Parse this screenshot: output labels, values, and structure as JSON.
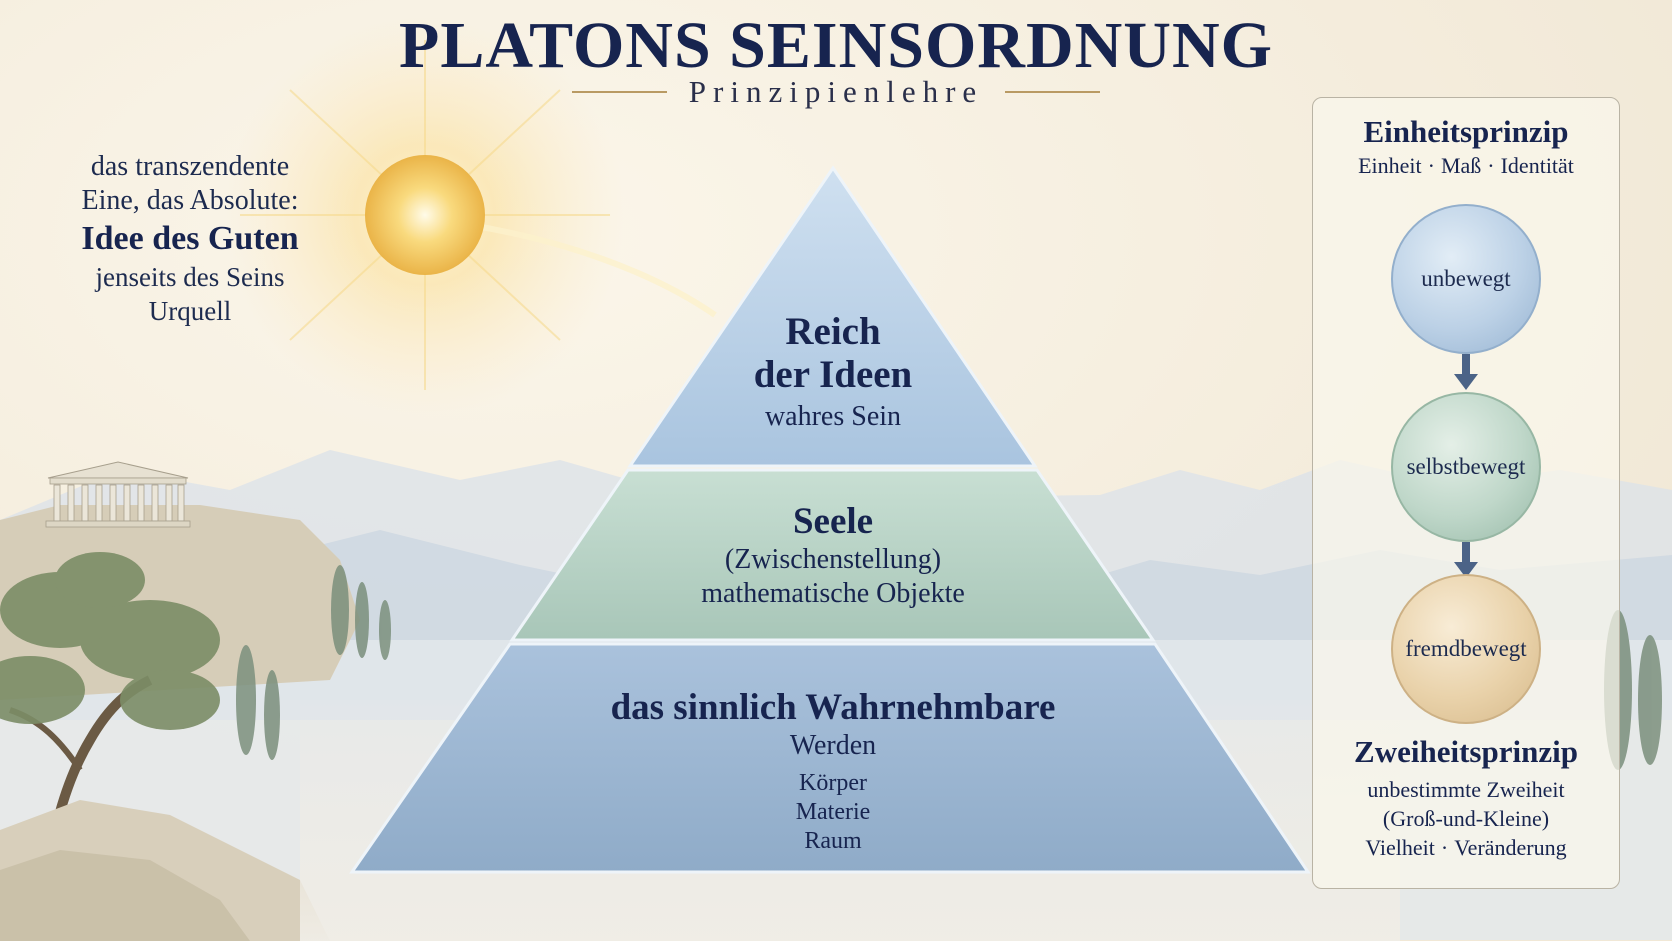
{
  "title": "PLATONS SEINSORDNUNG",
  "subtitle": "Prinzipienlehre",
  "left": {
    "line1": "das transzendente",
    "line2": "Eine, das Absolute:",
    "line3": "Idee des Guten",
    "line4": "jenseits des Seins",
    "line5": "Urquell"
  },
  "pyramid": {
    "top": {
      "title1": "Reich",
      "title2": "der Ideen",
      "sub": "wahres Sein"
    },
    "middle": {
      "title": "Seele",
      "sub1": "(Zwischenstellung)",
      "sub2": "mathematische Objekte"
    },
    "bottom": {
      "title": "das sinnlich Wahrnehmbare",
      "sub": "Werden",
      "items": [
        "Körper",
        "Materie",
        "Raum"
      ]
    }
  },
  "panel": {
    "heading_top": "Einheitsprinzip",
    "sub_top": [
      "Einheit",
      "Maß",
      "Identität"
    ],
    "circles": [
      "unbewegt",
      "selbstbewegt",
      "fremdbewegt"
    ],
    "heading_bottom": "Zweiheitsprinzip",
    "sub_bottom1": "unbestimmte Zweiheit",
    "sub_bottom2": "(Groß-und-Kleine)",
    "sub_bottom3": [
      "Vielheit",
      "Veränderung"
    ]
  },
  "separator": "·",
  "colors": {
    "title": "#17244f",
    "tier_top": "#bcd3ea",
    "tier_middle": "#b9d4c6",
    "tier_bottom": "#9fb9d4",
    "sun": "#f2c24f",
    "accent_rule": "#b99a63"
  }
}
